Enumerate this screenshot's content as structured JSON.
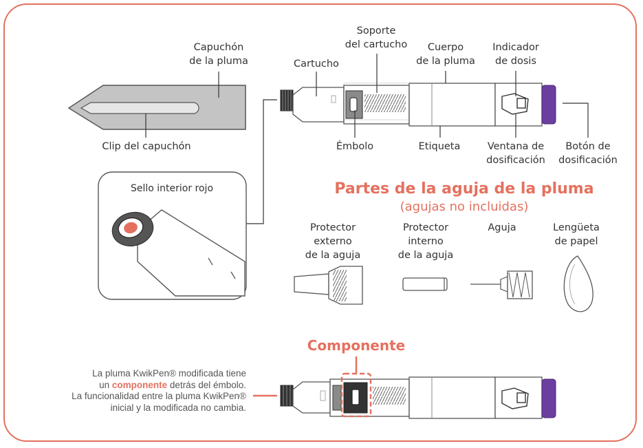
{
  "colors": {
    "accent": "#e4715f",
    "purple": "#6b3fa0",
    "text": "#333333",
    "gray": "#bfbfbf"
  },
  "labels": {
    "cap": [
      "Capuchón",
      "de la pluma"
    ],
    "cap_clip": "Clip del capuchón",
    "cartridge": "Cartucho",
    "cartridge_holder": [
      "Soporte",
      "del cartucho"
    ],
    "pen_body": [
      "Cuerpo",
      "de la pluma"
    ],
    "dose_indicator": [
      "Indicador",
      "de dosis"
    ],
    "plunger": "Émbolo",
    "label": "Etiqueta",
    "dose_window": [
      "Ventana de",
      "dosificación"
    ],
    "dose_button": [
      "Botón de",
      "dosificación"
    ],
    "red_seal": "Sello interior rojo"
  },
  "needle_section": {
    "title": "Partes de la aguja de la pluma",
    "subtitle": "(agujas no incluidas)",
    "outer_shield": [
      "Protector",
      "externo",
      "de la aguja"
    ],
    "inner_shield": [
      "Protector",
      "interno",
      "de la aguja"
    ],
    "needle": "Aguja",
    "paper_tab": [
      "Lengüeta",
      "de papel"
    ]
  },
  "component": {
    "title": "Componente",
    "note_line1": "La pluma KwikPen® modificada tiene",
    "note_line2_pre": "un ",
    "note_line2_highlight": "componente",
    "note_line2_post": " detrás del émbolo.",
    "note_line3": "La funcionalidad entre la pluma KwikPen®",
    "note_line4": "inicial y la modificada no cambia."
  }
}
